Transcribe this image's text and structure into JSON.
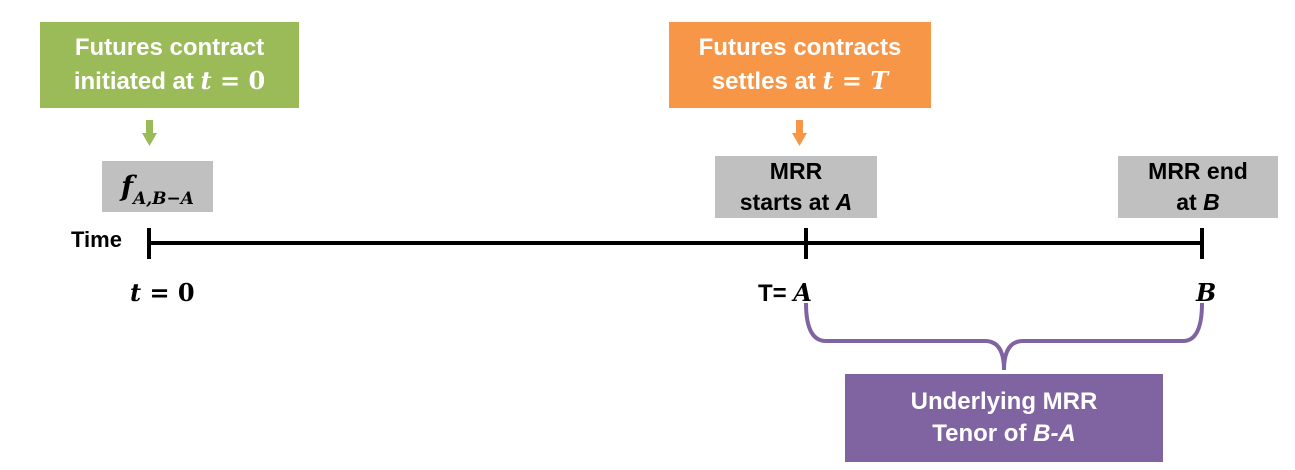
{
  "colors": {
    "green": "#9bbb59",
    "orange": "#f79646",
    "purple": "#8064a2",
    "gray": "#c0c0c0",
    "line": "#000000"
  },
  "start_box": {
    "line1": "Futures contract",
    "line2_text": "initiated at ",
    "math_var": "t",
    "math_eq": " = ",
    "math_val": "0"
  },
  "settle_box": {
    "line1": "Futures contracts",
    "line2_text": "settles at ",
    "math_var": "t",
    "math_eq": " = ",
    "math_val": "T"
  },
  "forward_rate": {
    "symbol": "f",
    "subscript": "A,B−A"
  },
  "mrr_start": {
    "line1": "MRR",
    "line2_text": "starts at ",
    "var": "A"
  },
  "mrr_end": {
    "line1": "MRR end",
    "line2_text": "at ",
    "var": "B"
  },
  "timeline": {
    "label": "Time"
  },
  "tick_labels": {
    "t0_var": "t",
    "t0_eq": " = ",
    "t0_val": "0",
    "a_prefix": "T= ",
    "a_var": "A",
    "b_var": "B"
  },
  "tenor_box": {
    "line1": "Underlying MRR",
    "line2_text": "Tenor of ",
    "var": "B-A"
  }
}
